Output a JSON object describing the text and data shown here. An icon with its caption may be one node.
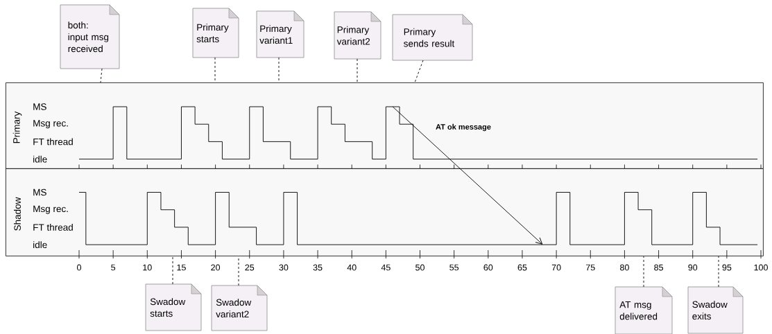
{
  "diagram": {
    "nodes": [
      {
        "text": [
          "both: input msg received"
        ]
      },
      {
        "text": [
          "Primary starts"
        ]
      },
      {
        "text": [
          "Primary variant1"
        ]
      },
      {
        "text": [
          "Primary variant2"
        ]
      },
      {
        "text": [
          "Primary sends result"
        ]
      },
      {
        "text": [
          "Primary"
        ]
      },
      {
        "text": [
          "Shadow"
        ]
      },
      {
        "text": [
          "Swadow starts"
        ]
      },
      {
        "text": [
          "Swadow variant2"
        ]
      },
      {
        "text": [
          "AT msg delivered"
        ]
      },
      {
        "text": [
          "Swadow exits"
        ]
      }
    ],
    "edges": [
      {
        "from": 0,
        "to": 5,
        "arrow": "none",
        "style": "dashed"
      },
      {
        "from": 1,
        "to": 5,
        "arrow": "none",
        "style": "dashed"
      },
      {
        "from": 2,
        "to": 5,
        "arrow": "none",
        "style": "dashed"
      },
      {
        "from": 3,
        "to": 5,
        "arrow": "none",
        "style": "dashed"
      },
      {
        "from": 4,
        "to": 5,
        "arrow": "none",
        "style": "dashed"
      },
      {
        "from": 5,
        "to": 6,
        "arrow": "to",
        "label": "AT ok message"
      },
      {
        "from": 7,
        "to": 6,
        "arrow": "none",
        "style": "dashed"
      },
      {
        "from": 8,
        "to": 6,
        "arrow": "none",
        "style": "dashed"
      },
      {
        "from": 9,
        "to": 6,
        "arrow": "none",
        "style": "dashed"
      },
      {
        "from": 10,
        "to": 6,
        "arrow": "none",
        "style": "dashed"
      }
    ],
    "labels": [
      "MS",
      "Msg rec.",
      "FT thread",
      "idle",
      "MS",
      "Msg rec.",
      "FT thread",
      "idle",
      "0",
      "5",
      "10",
      "15",
      "20",
      "25",
      "30",
      "35",
      "40",
      "45",
      "50",
      "55",
      "60",
      "65",
      "70",
      "75",
      "80",
      "85",
      "90",
      "95",
      "100"
    ]
  }
}
